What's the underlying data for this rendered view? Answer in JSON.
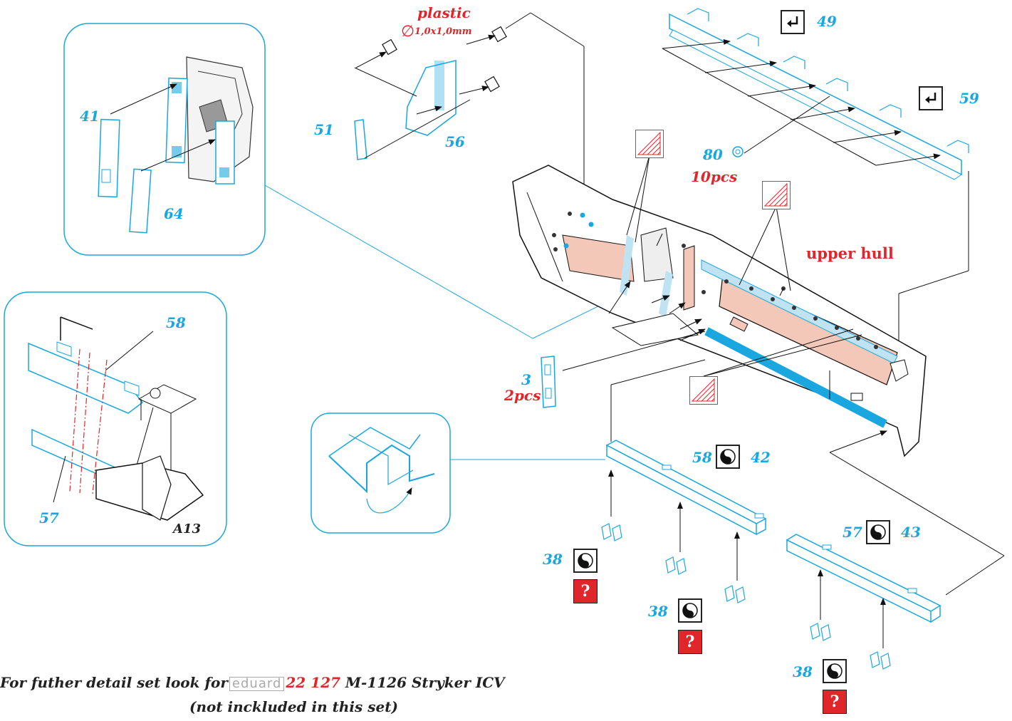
{
  "labels": {
    "plastic": "plastic",
    "plastic_dim": "1,0x1,0mm",
    "p41": "41",
    "p64": "64",
    "p51": "51",
    "p56": "56",
    "p49": "49",
    "p59": "59",
    "p80": "80",
    "pcs10": "10pcs",
    "upper_hull": "upper hull",
    "p3": "3",
    "pcs2": "2pcs",
    "p58_top": "58",
    "p57_inset": "57",
    "a13": "A13",
    "p58_mid": "58",
    "p42": "42",
    "p57_mid": "57",
    "p43": "43",
    "p38_a": "38",
    "p38_b": "38",
    "p38_c": "38"
  },
  "icons": {
    "fold": "fold-arrow-icon",
    "yin_yang": "yin-yang-icon",
    "question": "?",
    "hatch": "red-hatch-icon"
  },
  "footer": {
    "prefix": "For futher detail set look for",
    "brand": "eduard",
    "code": "22 127",
    "name": "M-1126 Stryker ICV",
    "note": "(not inckluded in this set)"
  },
  "colors": {
    "part_blue": "#1aa7e0",
    "label_red": "#e0262b",
    "hull_pink": "#f3c8b8",
    "line": "#222222"
  }
}
